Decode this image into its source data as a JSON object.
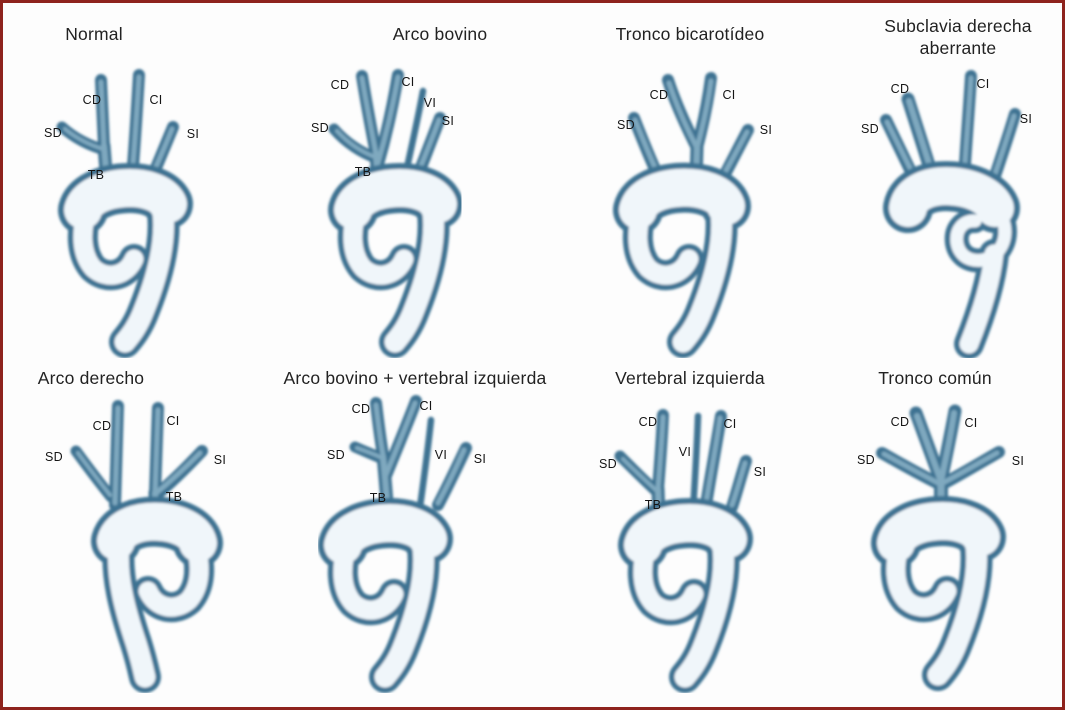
{
  "figure": {
    "panel_count": 8,
    "colors": {
      "frame_border": "#8e231d",
      "background": "#fdfdfd",
      "vessel_outline": "#3d7292",
      "vessel_interior": "#f0f6fa",
      "title_text": "#222222",
      "label_text": "#151515"
    }
  },
  "panels": [
    {
      "title": "Normal",
      "branch_labels": [
        "CD",
        "CI",
        "SD",
        "SI",
        "TB"
      ]
    },
    {
      "title": "Arco bovino",
      "branch_labels": [
        "CD",
        "CI",
        "VI",
        "SD",
        "SI",
        "TB"
      ]
    },
    {
      "title": "Tronco bicarotídeo",
      "branch_labels": [
        "CD",
        "CI",
        "SD",
        "SI"
      ]
    },
    {
      "title": "Subclavia derecha aberrante",
      "branch_labels": [
        "CD",
        "CI",
        "SD",
        "SI"
      ]
    },
    {
      "title": "Arco derecho",
      "branch_labels": [
        "CD",
        "CI",
        "SD",
        "SI",
        "TB"
      ]
    },
    {
      "title": "Arco bovino + vertebral izquierda",
      "branch_labels": [
        "CD",
        "CI",
        "SD",
        "VI",
        "SI",
        "TB"
      ]
    },
    {
      "title": "Vertebral izquierda",
      "branch_labels": [
        "CD",
        "VI",
        "CI",
        "SD",
        "SI",
        "TB"
      ]
    },
    {
      "title": "Tronco común",
      "branch_labels": [
        "CD",
        "CI",
        "SD",
        "SI"
      ]
    }
  ]
}
